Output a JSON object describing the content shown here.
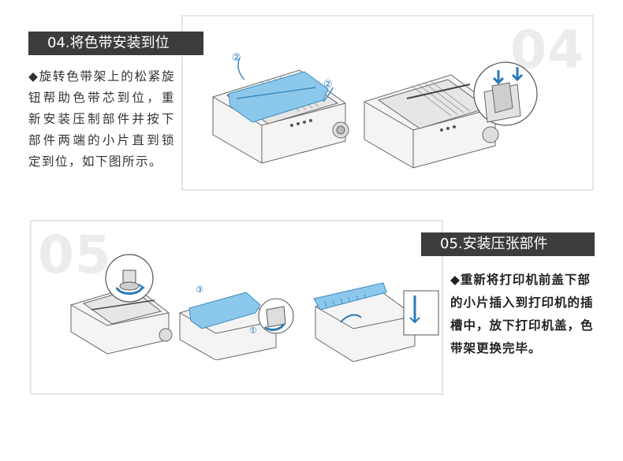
{
  "section_04": {
    "number": "04",
    "title": "04.将色带安装到位",
    "description": "◆旋转色带架上的松紧旋钮帮助色带芯到位，重新安装压制部件并按下部件两端的小片直到锁定到位，如下图所示。",
    "figure_labels": [
      "②",
      "②"
    ]
  },
  "section_05": {
    "number": "05",
    "title": "05.安装压张部件",
    "description": "◆重新将打印机前盖下部的小片插入到打印机的插槽中，放下打印机盖，色带架更换完毕。",
    "figure_labels": [
      "③",
      "①"
    ]
  },
  "colors": {
    "title_bg": "#3c3c3c",
    "accent_blue": "#5aa8d8",
    "frame_border": "#e6e6e6"
  }
}
